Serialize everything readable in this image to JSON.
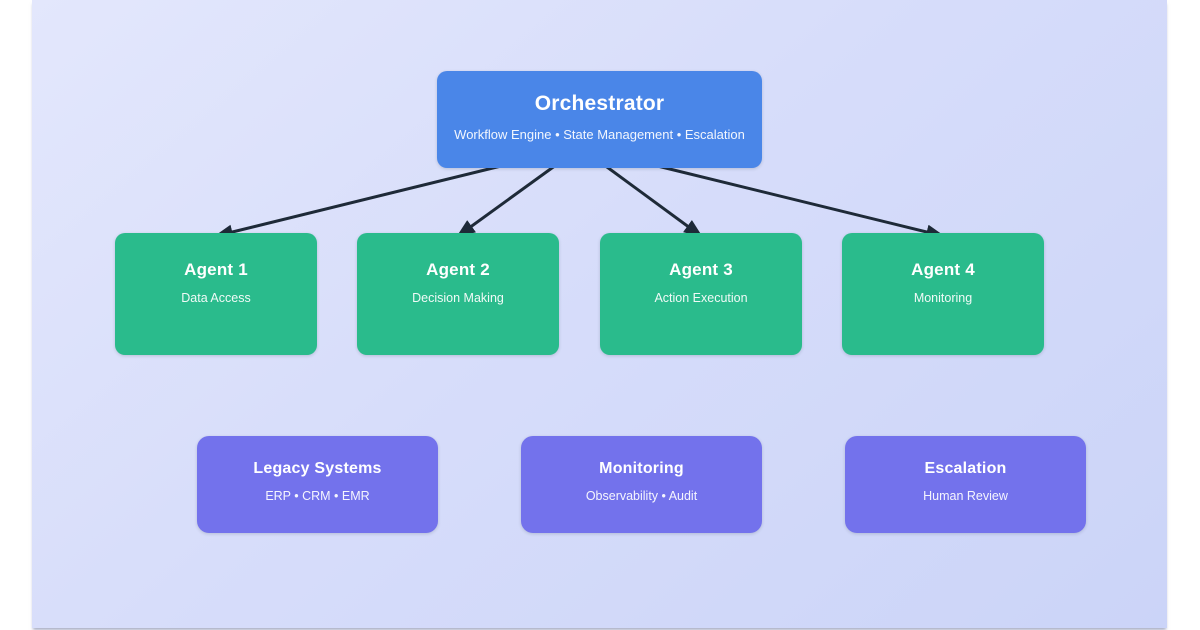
{
  "canvas": {
    "outer_background": "#ffffff",
    "panel_gradient_start": "#e3e7fc",
    "panel_gradient_end": "#cbd4f8"
  },
  "diagram": {
    "orchestrator": {
      "id": "orchestrator",
      "title": "Orchestrator",
      "subtitle": "Workflow Engine • State Management • Escalation",
      "color": "#4a86e8"
    },
    "agent_color": "#2abb8c",
    "agents": [
      {
        "id": "agent-1",
        "title": "Agent 1",
        "subtitle": "Data Access"
      },
      {
        "id": "agent-2",
        "title": "Agent 2",
        "subtitle": "Decision Making"
      },
      {
        "id": "agent-3",
        "title": "Agent 3",
        "subtitle": "Action Execution"
      },
      {
        "id": "agent-4",
        "title": "Agent 4",
        "subtitle": "Monitoring"
      }
    ],
    "support_color": "#7372ec",
    "support_nodes": [
      {
        "id": "legacy-systems",
        "title": "Legacy Systems",
        "subtitle": "ERP • CRM • EMR"
      },
      {
        "id": "monitoring",
        "title": "Monitoring",
        "subtitle": "Observability • Audit"
      },
      {
        "id": "escalation",
        "title": "Escalation",
        "subtitle": "Human Review"
      }
    ],
    "arrow_color": "#1e2a38",
    "edges": [
      {
        "from": "orchestrator",
        "to": "agent-1"
      },
      {
        "from": "orchestrator",
        "to": "agent-2"
      },
      {
        "from": "orchestrator",
        "to": "agent-3"
      },
      {
        "from": "orchestrator",
        "to": "agent-4"
      }
    ]
  }
}
